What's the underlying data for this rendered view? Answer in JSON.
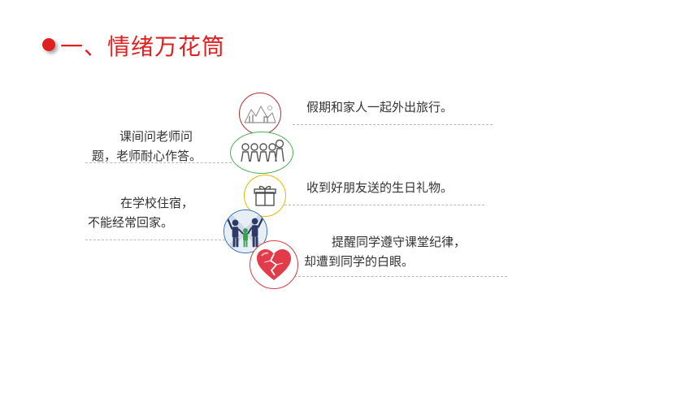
{
  "heading": {
    "title": "一、情绪万花筒"
  },
  "items": [
    {
      "text": "假期和家人一起外出旅行。",
      "icon": "travel-sketch-icon",
      "ring_color": "#b03030"
    },
    {
      "text_line1": "课间问老师问",
      "text_line2": "题，老师耐心作答。",
      "icon": "students-group-icon",
      "ring_color": "#4caf50"
    },
    {
      "text": "收到好朋友送的生日礼物。",
      "icon": "gift-box-icon",
      "ring_color": "#e8b800"
    },
    {
      "text_line1": "在学校住宿，",
      "text_line2": "不能经常回家。",
      "icon": "family-holding-hands-icon",
      "ring_color": "#2e6fbf"
    },
    {
      "text_line1": "提醒同学遵守课堂纪律，",
      "text_line2": "却遭到同学的白眼。",
      "icon": "broken-heart-icon",
      "ring_color": "#d44040"
    }
  ]
}
